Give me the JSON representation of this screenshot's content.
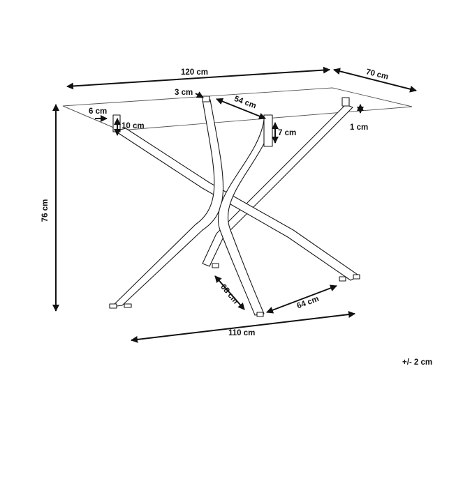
{
  "dimensions": {
    "length": "120 cm",
    "depth": "70 cm",
    "height": "76 cm",
    "base_span": "110 cm",
    "leg_front": "68 cm",
    "leg_side": "64 cm",
    "leg_spacing": "54 cm",
    "glass_overhang_side": "6 cm",
    "glass_overhang_front": "10 cm",
    "leg_top_width": "3 cm",
    "leg_top_height": "7 cm",
    "glass_thickness": "1 cm"
  },
  "tolerance": "+/- 2 cm"
}
